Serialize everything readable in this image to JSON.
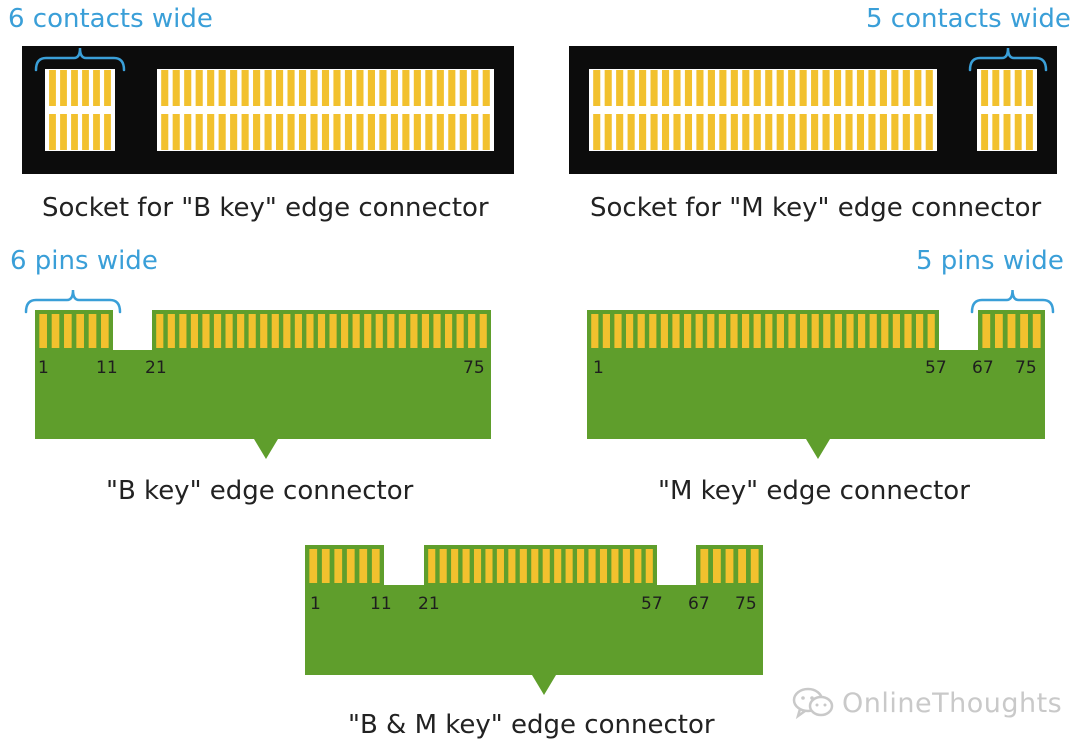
{
  "colors": {
    "contact": "#f2c12e",
    "socket": "#0c0c0c",
    "pcb": "#5f9e2c",
    "annotation": "#3a9fd8",
    "caption": "#222222",
    "watermark": "#c9c9c9"
  },
  "annotations": {
    "b_socket_width": "6 contacts wide",
    "m_socket_width": "5 contacts wide",
    "b_pins_width": "6 pins wide",
    "m_pins_width": "5 pins wide"
  },
  "captions": {
    "b_socket": "Socket for \"B key\" edge connector",
    "m_socket": "Socket for \"M key\" edge connector",
    "b_key": "\"B key\" edge connector",
    "m_key": "\"M key\" edge connector",
    "bm_key": "\"B & M key\" edge connector"
  },
  "pin_labels": {
    "b_key": [
      "1",
      "11",
      "21",
      "75"
    ],
    "m_key": [
      "1",
      "57",
      "67",
      "75"
    ],
    "bm_key": [
      "1",
      "11",
      "21",
      "57",
      "67",
      "75"
    ]
  },
  "watermark": {
    "text": "OnlineThoughts",
    "icon": "wechat-icon"
  }
}
